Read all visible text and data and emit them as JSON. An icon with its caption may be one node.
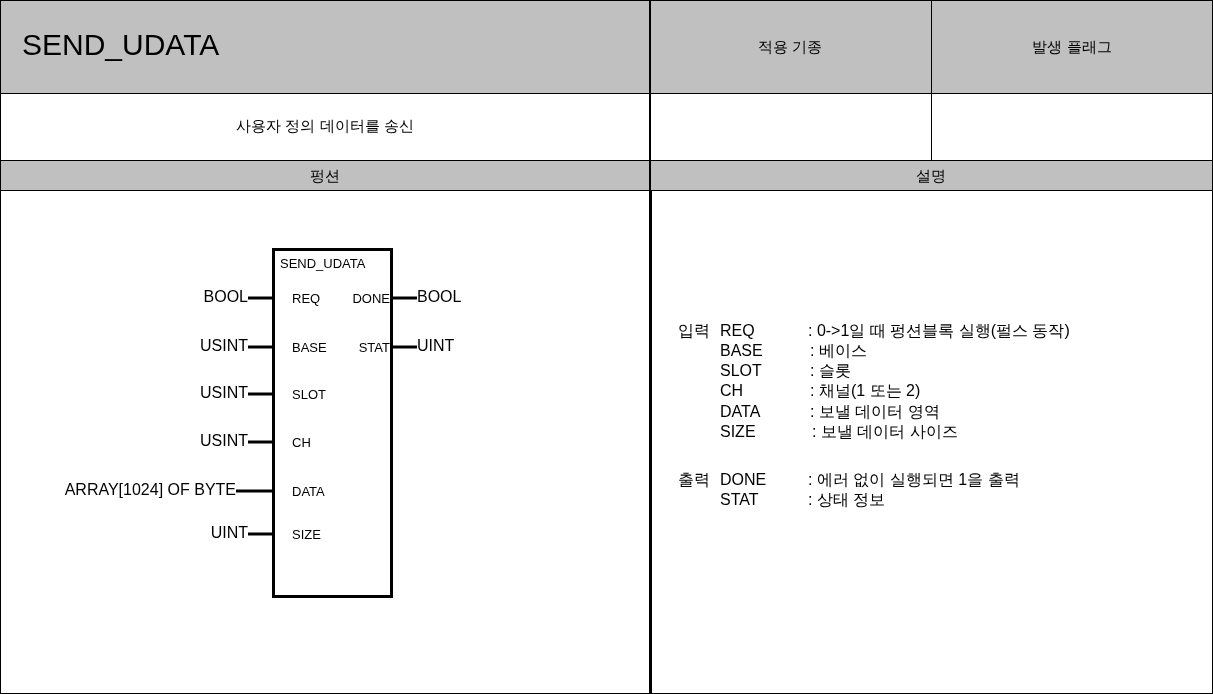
{
  "diagram": {
    "title": "SEND_UDATA",
    "nodes": [
      {
        "text": [
          "SEND_UDATA"
        ]
      },
      {
        "text": [
          "REQ"
        ],
        "in": 0
      },
      {
        "text": [
          "DONE"
        ],
        "in": 0
      },
      {
        "text": [
          "BASE"
        ],
        "in": 0
      },
      {
        "text": [
          "STAT"
        ],
        "in": 0
      },
      {
        "text": [
          "SLOT"
        ],
        "in": 0
      },
      {
        "text": [
          "CH"
        ],
        "in": 0
      },
      {
        "text": [
          "DATA"
        ],
        "in": 0
      },
      {
        "text": [
          "SIZE"
        ],
        "in": 0
      },
      {
        "text": [
          "BOOL"
        ]
      },
      {
        "text": [
          "USINT"
        ]
      },
      {
        "text": [
          "USINT"
        ]
      },
      {
        "text": [
          "USINT"
        ]
      },
      {
        "text": [
          "ARRAY[1024] OF BYTE"
        ]
      },
      {
        "text": [
          "UINT"
        ]
      },
      {
        "text": [
          "BOOL"
        ]
      },
      {
        "text": [
          "UINT"
        ]
      }
    ],
    "edges": [
      {
        "from": 9,
        "to": 1,
        "arrow": "none"
      },
      {
        "from": 10,
        "to": 3,
        "arrow": "none"
      },
      {
        "from": 11,
        "to": 5,
        "arrow": "none"
      },
      {
        "from": 12,
        "to": 6,
        "arrow": "none"
      },
      {
        "from": 13,
        "to": 7,
        "arrow": "none"
      },
      {
        "from": 14,
        "to": 8,
        "arrow": "none"
      },
      {
        "from": 2,
        "to": 15,
        "arrow": "none"
      },
      {
        "from": 4,
        "to": 16,
        "arrow": "none"
      }
    ],
    "labels": [
      "적용 기종",
      "발생 플래그",
      "사용자 정의 데이터를 송신",
      "펑션",
      "설명",
      "입력",
      "REQ",
      ": 0->1일 때 펑션블록 실행(펄스 동작)",
      "BASE",
      ": 베이스",
      "SLOT",
      ": 슬롯",
      "CH",
      ": 채널(1 또는 2)",
      "DATA",
      ": 보낼 데이터 영역",
      "SIZE",
      ": 보낼 데이터 사이즈",
      "출력",
      "DONE",
      ": 에러 없이 실행되면 1을 출력",
      "STAT",
      ": 상태 정보"
    ]
  }
}
